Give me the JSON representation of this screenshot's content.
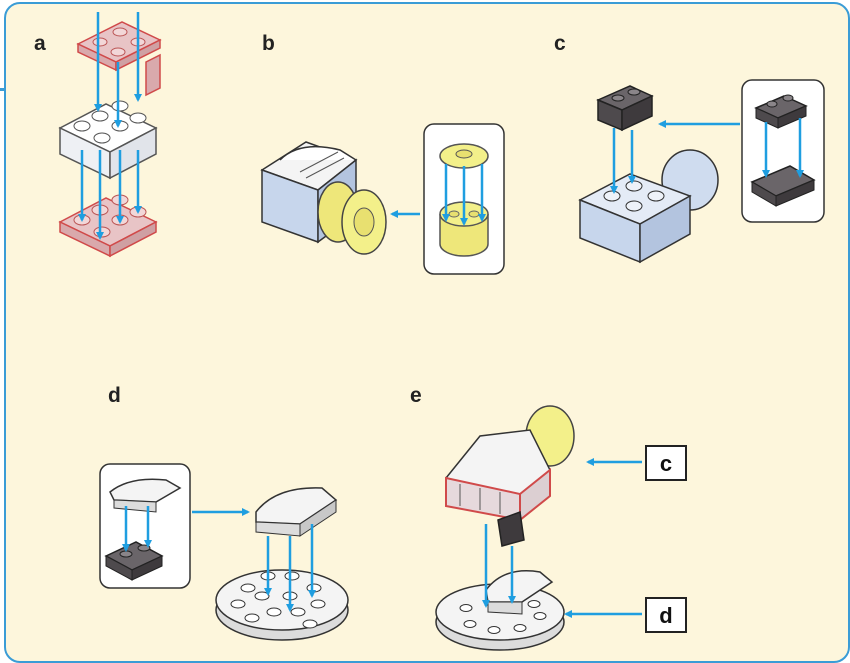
{
  "steps": {
    "a": "a",
    "b": "b",
    "c": "c",
    "d": "d",
    "e": "e"
  },
  "references": {
    "c": "c",
    "d": "d"
  },
  "colors": {
    "frame": "#3a9cd6",
    "background": "#fdf6dc",
    "arrow": "#1f9ee0",
    "highlight_red": "#e05050",
    "brick_pink": "#e8c4c6",
    "brick_blue": "#c7d6ec",
    "brick_yellow": "#f3f08a",
    "brick_dark": "#5a5558"
  }
}
